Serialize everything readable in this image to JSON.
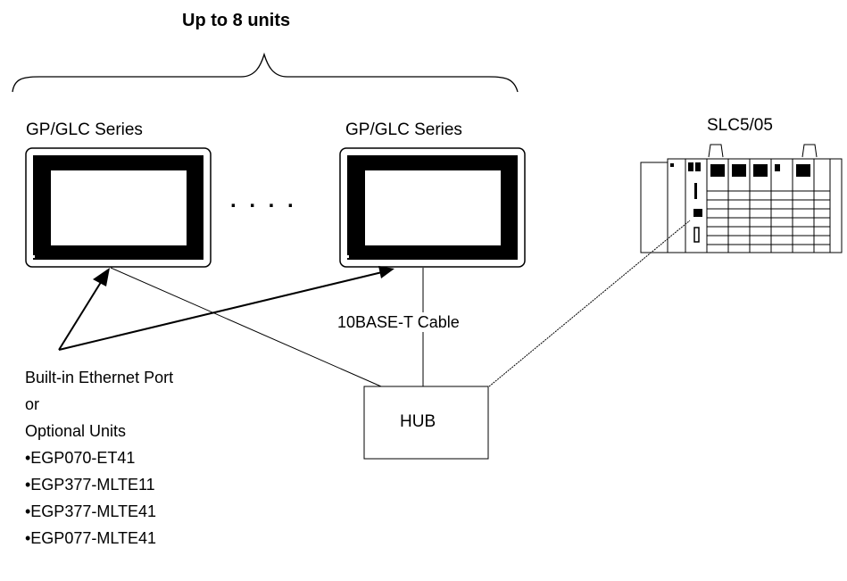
{
  "title": "Up to 8 units",
  "gp_left": {
    "label": "GP/GLC Series"
  },
  "gp_right": {
    "label": "GP/GLC Series"
  },
  "ellipsis": ". . . .",
  "plc": {
    "label": "SLC5/05"
  },
  "cable_label": "10BASE-T Cable",
  "hub_label": "HUB",
  "ports_note": {
    "line1": "Built-in Ethernet Port",
    "line2": "or",
    "line3": "Optional Units",
    "units": [
      "•EGP070-ET41",
      "•EGP377-MLTE11",
      "•EGP377-MLTE41",
      "•EGP077-MLTE41"
    ]
  }
}
